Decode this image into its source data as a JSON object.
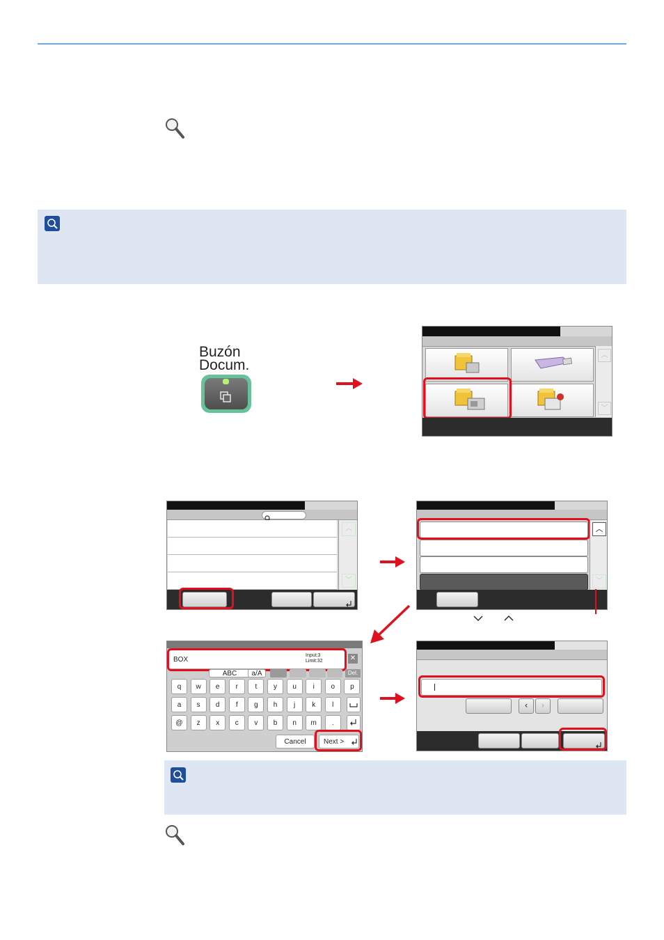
{
  "physical_key": {
    "label_line1": "Buzón",
    "label_line2": "Docum."
  },
  "keyboard": {
    "input_value": "BOX",
    "input_counter_line1": "Input:3",
    "input_counter_line2": "Limit:32",
    "mode_key_1": "ABC",
    "mode_key_2": "a/A",
    "delete_key": "Del.",
    "row1": [
      "q",
      "w",
      "e",
      "r",
      "t",
      "y",
      "u",
      "i",
      "o",
      "p"
    ],
    "row2": [
      "a",
      "s",
      "d",
      "f",
      "g",
      "h",
      "j",
      "k",
      "l"
    ],
    "row3": [
      "@",
      "z",
      "x",
      "c",
      "v",
      "b",
      "n",
      "m",
      "."
    ],
    "cancel_label": "Cancel",
    "next_label": "Next >"
  },
  "colors": {
    "accent_red": "#e0101f",
    "note_bg": "#dfe6f3",
    "header_line": "#6fa8dc",
    "status_green": "#1fa34a"
  }
}
